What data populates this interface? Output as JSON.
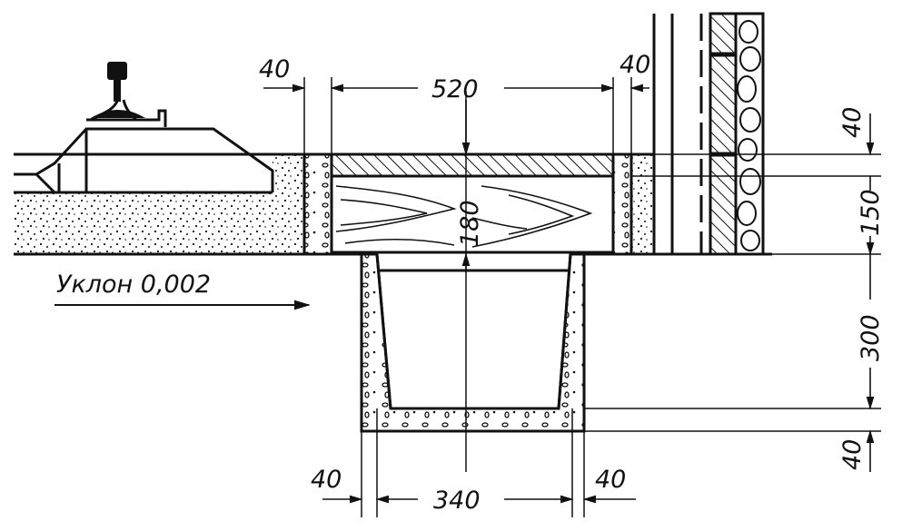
{
  "drawing": {
    "slope_label": "Уклон 0,002",
    "dimensions": {
      "top_left_wall": "40",
      "top_width": "520",
      "top_right_wall": "40",
      "depth_center": "180",
      "right_top": "40",
      "right_150": "150",
      "right_300": "300",
      "right_bottom": "40",
      "bottom_left_wall": "40",
      "bottom_width": "340",
      "bottom_right_wall": "40"
    }
  }
}
